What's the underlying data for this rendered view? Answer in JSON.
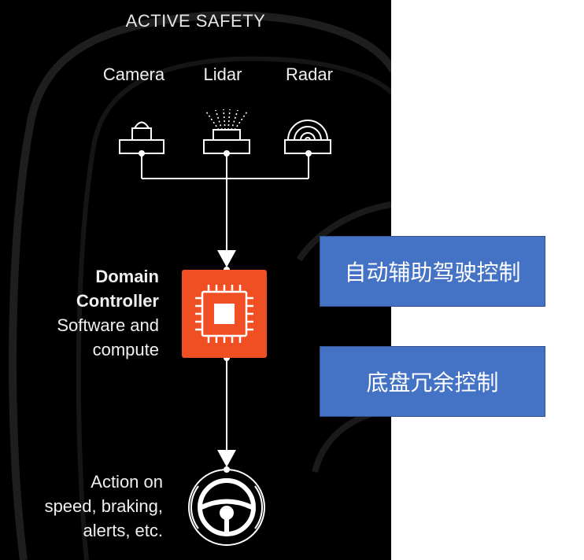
{
  "diagram": {
    "title": "ACTIVE SAFETY",
    "sensors": [
      {
        "label": "Camera",
        "icon": "camera-icon"
      },
      {
        "label": "Lidar",
        "icon": "lidar-icon"
      },
      {
        "label": "Radar",
        "icon": "radar-icon"
      }
    ],
    "controller": {
      "title_line1": "Domain",
      "title_line2": "Controller",
      "subtitle_line1": "Software and",
      "subtitle_line2": "compute",
      "icon": "chip-icon",
      "color": "#f04e23"
    },
    "action": {
      "line1": "Action on",
      "line2": "speed, braking,",
      "line3": "alerts, etc.",
      "icon": "steering-wheel-icon"
    }
  },
  "annotations": [
    {
      "text": "自动辅助驾驶控制"
    },
    {
      "text": "底盘冗余控制"
    }
  ],
  "colors": {
    "panel_bg": "#000000",
    "line": "#ffffff",
    "chip": "#f04e23",
    "note_bg": "#4472c4"
  }
}
